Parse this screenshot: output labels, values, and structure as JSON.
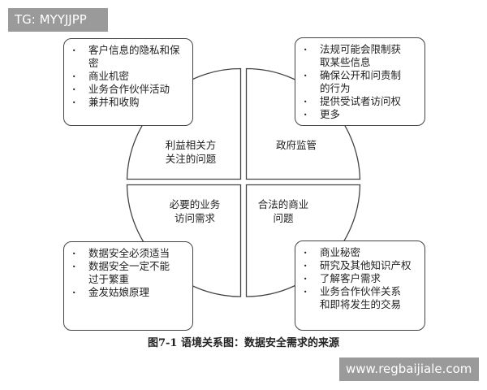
{
  "watermark_top": "TG: MYYJJPP",
  "watermark_bottom": "www.regbaijiale.com",
  "quadrants": {
    "top_left": [
      "利益相关方",
      "关注的问题"
    ],
    "top_right": [
      "政府监管"
    ],
    "bottom_left": [
      "必要的业务",
      "访问需求"
    ],
    "bottom_right": [
      "合法的商业",
      "问题"
    ]
  },
  "boxes": {
    "top_left": [
      "客户信息的隐私和保密",
      "商业机密",
      "业务合作伙伴活动",
      "兼并和收购"
    ],
    "top_right": [
      "法规可能会限制获取某些信息",
      "确保公开和问责制的行为",
      "提供受试者访问权",
      "更多"
    ],
    "bottom_left": [
      "数据安全必须适当",
      "数据安全一定不能过于繁重",
      "金发姑娘原理"
    ],
    "bottom_right": [
      "商业秘密",
      "研究及其他知识产权",
      "了解客户需求",
      "业务合作伙伴关系和即将发生的交易"
    ]
  },
  "caption": "图7-1 语境关系图：数据安全需求的来源",
  "colors": {
    "stroke": "#444444",
    "watermark_bg": "#9a9a9a"
  }
}
